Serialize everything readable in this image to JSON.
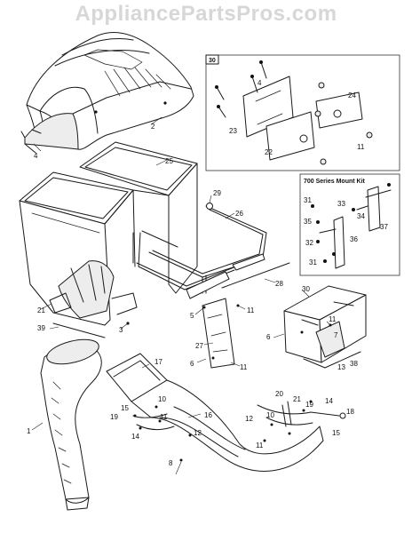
{
  "watermark": "AppliancePartsPros.com",
  "inset_box_label": "30",
  "mount_kit_title": "700 Series Mount Kit",
  "part_labels": {
    "p1": "1",
    "p2": "2",
    "p3": "3",
    "p4": "4",
    "p5": "5",
    "p6a": "6",
    "p6b": "6",
    "p7": "7",
    "p8": "8",
    "p10a": "10",
    "p10b": "10",
    "p11a": "11",
    "p11b": "11",
    "p11c": "11",
    "p11d": "11",
    "p12a": "12",
    "p12b": "12",
    "p13": "13",
    "p14a": "14",
    "p14b": "14",
    "p15a": "15",
    "p15b": "15",
    "p16": "16",
    "p17": "17",
    "p18": "18",
    "p19a": "19",
    "p19b": "19",
    "p20": "20",
    "p21a": "21",
    "p21b": "21",
    "p22": "22",
    "p23": "23",
    "p24": "24",
    "p25": "25",
    "p26": "26",
    "p27": "27",
    "p28": "28",
    "p29": "29",
    "p30": "30",
    "p31a": "31",
    "p31b": "31",
    "p32": "32",
    "p33": "33",
    "p34": "34",
    "p35": "35",
    "p36": "36",
    "p37": "37",
    "p38": "38",
    "p39": "39"
  }
}
